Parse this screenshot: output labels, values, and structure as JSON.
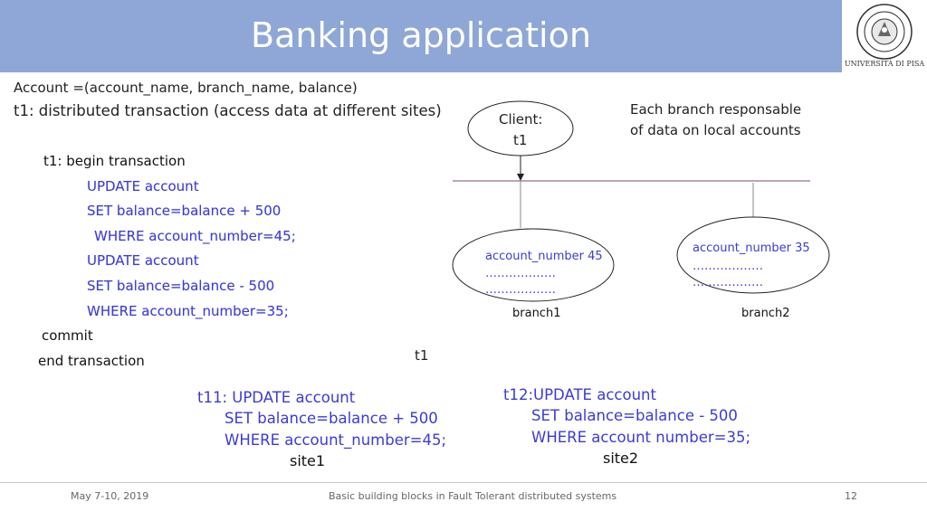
{
  "slide": {
    "title": "Banking application",
    "logo_text": "UNIVERSITÀ DI PISA",
    "account_def": "Account =(account_name, branch_name, balance)",
    "t1_desc": "t1: distributed transaction  (access data at different sites)",
    "each_branch_line1": "Each branch responsable",
    "each_branch_line2": "of  data on  local accounts",
    "client_line1": "Client:",
    "client_line2": "t1",
    "code": {
      "begin": "t1: begin transaction",
      "l1": "UPDATE account",
      "l2": "SET balance=balance + 500",
      "l3": "WHERE account_number=45;",
      "l4": "UPDATE account",
      "l5": "SET balance=balance - 500",
      "l6": "WHERE account_number=35;",
      "commit": "commit",
      "end": "end transaction"
    },
    "branch1": {
      "account": "account_number 45",
      "dots1": "………………",
      "dots2": "………………",
      "label": "branch1"
    },
    "branch2": {
      "account": "account_number 35",
      "dots1": "………………",
      "dots2": "………………",
      "label": "branch2"
    },
    "t1_label": "t1",
    "t11": {
      "l1": "t11: UPDATE account",
      "l2": "SET balance=balance + 500",
      "l3": "WHERE account_number=45;",
      "site": "site1"
    },
    "t12": {
      "l1": "t12:UPDATE account",
      "l2": "SET balance=balance - 500",
      "l3": "WHERE account number=35;",
      "site": "site2"
    },
    "footer": {
      "date": "May 7-10, 2019",
      "center": "Basic building blocks in Fault Tolerant distributed systems",
      "page": "12"
    }
  }
}
